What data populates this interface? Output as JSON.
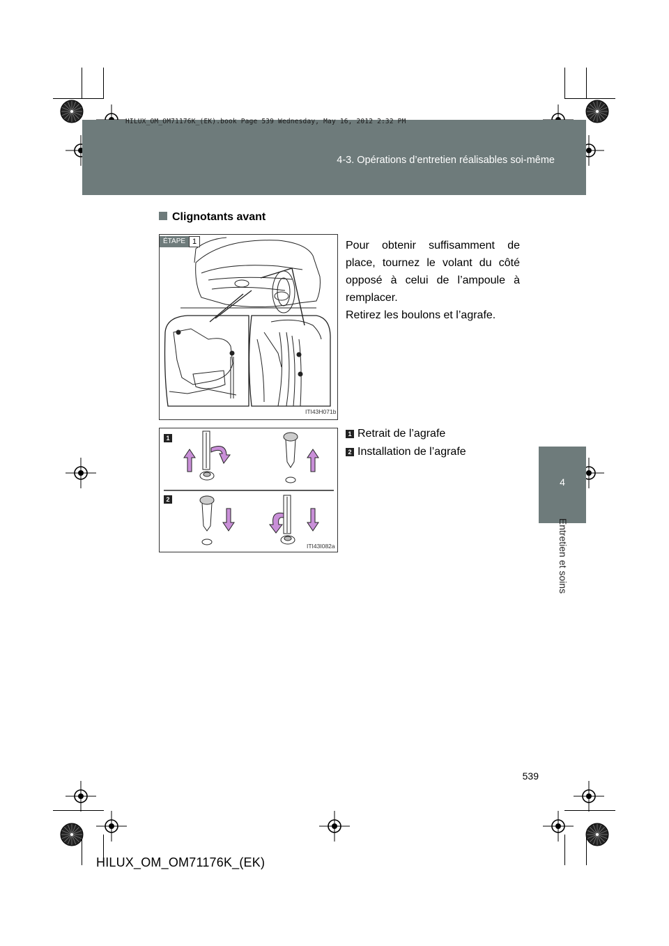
{
  "header": {
    "book_slug": "HILUX_OM_OM71176K_(EK).book  Page 539  Wednesday, May 16, 2012  2:32 PM",
    "section_title": "4-3. Opérations d’entretien réalisables soi-même"
  },
  "side_tab": {
    "number": "4",
    "label": "Entretien et soins"
  },
  "content": {
    "heading": "Clignotants avant",
    "step": {
      "label": "ÉTAPE",
      "number": "1"
    },
    "paragraphs": [
      "Pour obtenir suffisamment de place, tournez le volant du côté opposé à celui de l’ampoule à remplacer.",
      "Retirez les boulons et l’agrafe."
    ],
    "figure1_code": "ITI43H071b",
    "figure2_code": "ITI43I082a",
    "legend": [
      {
        "badge": "1",
        "text": "Retrait de l’agrafe"
      },
      {
        "badge": "2",
        "text": "Installation de l’agrafe"
      }
    ]
  },
  "footer": {
    "page_number": "539",
    "manual_code": "HILUX_OM_OM71176K_(EK)"
  },
  "colors": {
    "band": "#6e7b7b",
    "arrow": "#c98fd8"
  }
}
